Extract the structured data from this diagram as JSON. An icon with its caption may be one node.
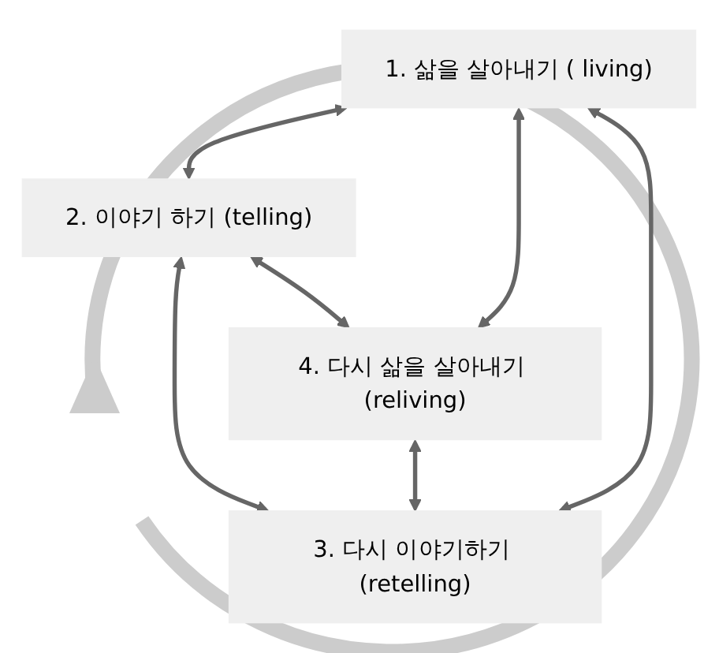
{
  "diagram": {
    "nodes": [
      {
        "text": [
          "1. 삶을 살아내기 ( living)"
        ]
      },
      {
        "text": [
          "2. 이야기 하기 (telling)"
        ]
      },
      {
        "text": [
          "3. 다시 이야기하기 (retelling)"
        ]
      },
      {
        "text": [
          "4. 다시 삶을 살아내기 (reliving)"
        ]
      }
    ],
    "edges": [
      {
        "from": 0,
        "to": 1,
        "arrow": "both"
      },
      {
        "from": 0,
        "to": 3,
        "arrow": "both"
      },
      {
        "from": 1,
        "to": 2,
        "arrow": "both"
      },
      {
        "from": 3,
        "to": 2,
        "arrow": "both"
      },
      {
        "from": 0,
        "to": 2,
        "arrow": "both"
      },
      {
        "from": 1,
        "to": 3,
        "arrow": "both"
      }
    ]
  }
}
